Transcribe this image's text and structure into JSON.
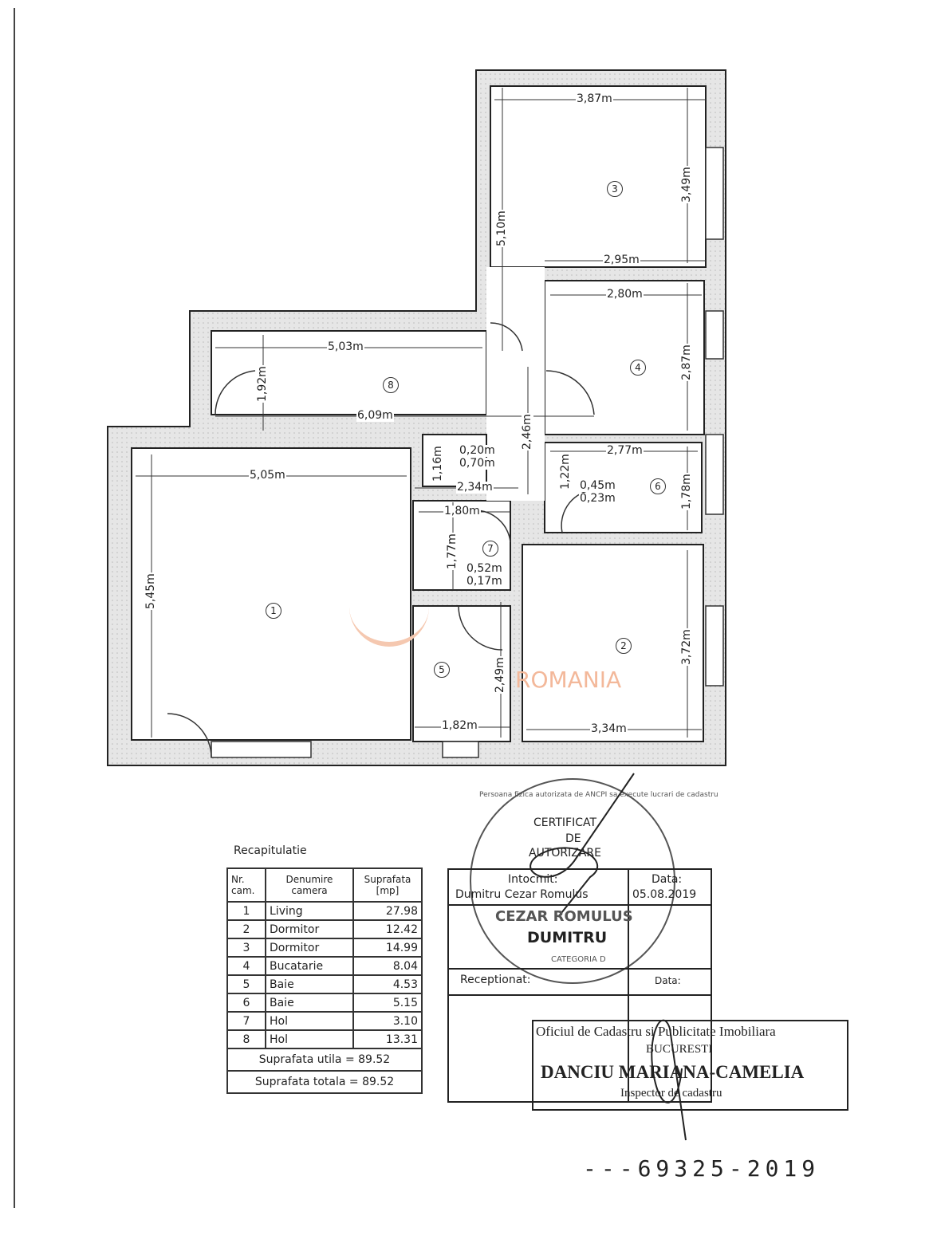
{
  "plan": {
    "dimensions": {
      "r3_width": "3,87m",
      "r3_height": "3,49m",
      "r3_depth": "5,10m",
      "r3_bottom": "2,95m",
      "r4_width": "2,80m",
      "r4_height": "2,87m",
      "r8_width": "5,03m",
      "r8_height": "1,92m",
      "r8_full": "6,09m",
      "hall_height": "2,46m",
      "r6_width": "2,77m",
      "r6_height": "1,78m",
      "r6_recess_h": "1,22m",
      "r6_recess_a": "0,45m",
      "r6_recess_b": "0,23m",
      "niche_a": "0,20m",
      "niche_b": "0,70m",
      "niche_h": "1,16m",
      "corridor": "2,34m",
      "r1_width": "5,05m",
      "r1_height": "5,45m",
      "r7_width": "1,80m",
      "r7_height": "1,77m",
      "r7_a": "0,52m",
      "r7_b": "0,17m",
      "r5_width": "1,82m",
      "r5_height": "2,49m",
      "r2_width": "3,34m",
      "r2_height": "3,72m"
    },
    "room_numbers": [
      "1",
      "2",
      "3",
      "4",
      "5",
      "6",
      "7",
      "8"
    ],
    "watermark": "ROMANIA"
  },
  "recap": {
    "title": "Recapitulatie",
    "headers": [
      "Nr. cam.",
      "Denumire camera",
      "Suprafata [mp]"
    ],
    "rows": [
      [
        "1",
        "Living",
        "27.98"
      ],
      [
        "2",
        "Dormitor",
        "12.42"
      ],
      [
        "3",
        "Dormitor",
        "14.99"
      ],
      [
        "4",
        "Bucatarie",
        "8.04"
      ],
      [
        "5",
        "Baie",
        "4.53"
      ],
      [
        "6",
        "Baie",
        "5.15"
      ],
      [
        "7",
        "Hol",
        "3.10"
      ],
      [
        "8",
        "Hol",
        "13.31"
      ]
    ],
    "util": "Suprafata utila = 89.52",
    "total": "Suprafata totala = 89.52"
  },
  "sign": {
    "intocmit": "Intocmit:",
    "intocmit_name": "Dumitru Cezar Romulus",
    "data_label": "Data:",
    "data_value": "05.08.2019",
    "receptionat": "Receptionat:",
    "data_label2": "Data:"
  },
  "stamp1": {
    "line1": "CERTIFICAT",
    "line2": "DE",
    "line3": "AUTORIZARE",
    "name1": "CEZAR ROMULUS",
    "name2": "DUMITRU",
    "ring": "Persoana fizica autorizata de ANCPI sa execute lucrari de cadastru",
    "cat": "CATEGORIA D"
  },
  "stamp2": {
    "line1": "Oficiul de Cadastru si Publicitate Imobiliara",
    "line2": "BUCURESTI",
    "line3": "DANCIU MARIANA-CAMELIA",
    "line4": "Inspector de cadastru"
  },
  "number": "---69325-2019"
}
